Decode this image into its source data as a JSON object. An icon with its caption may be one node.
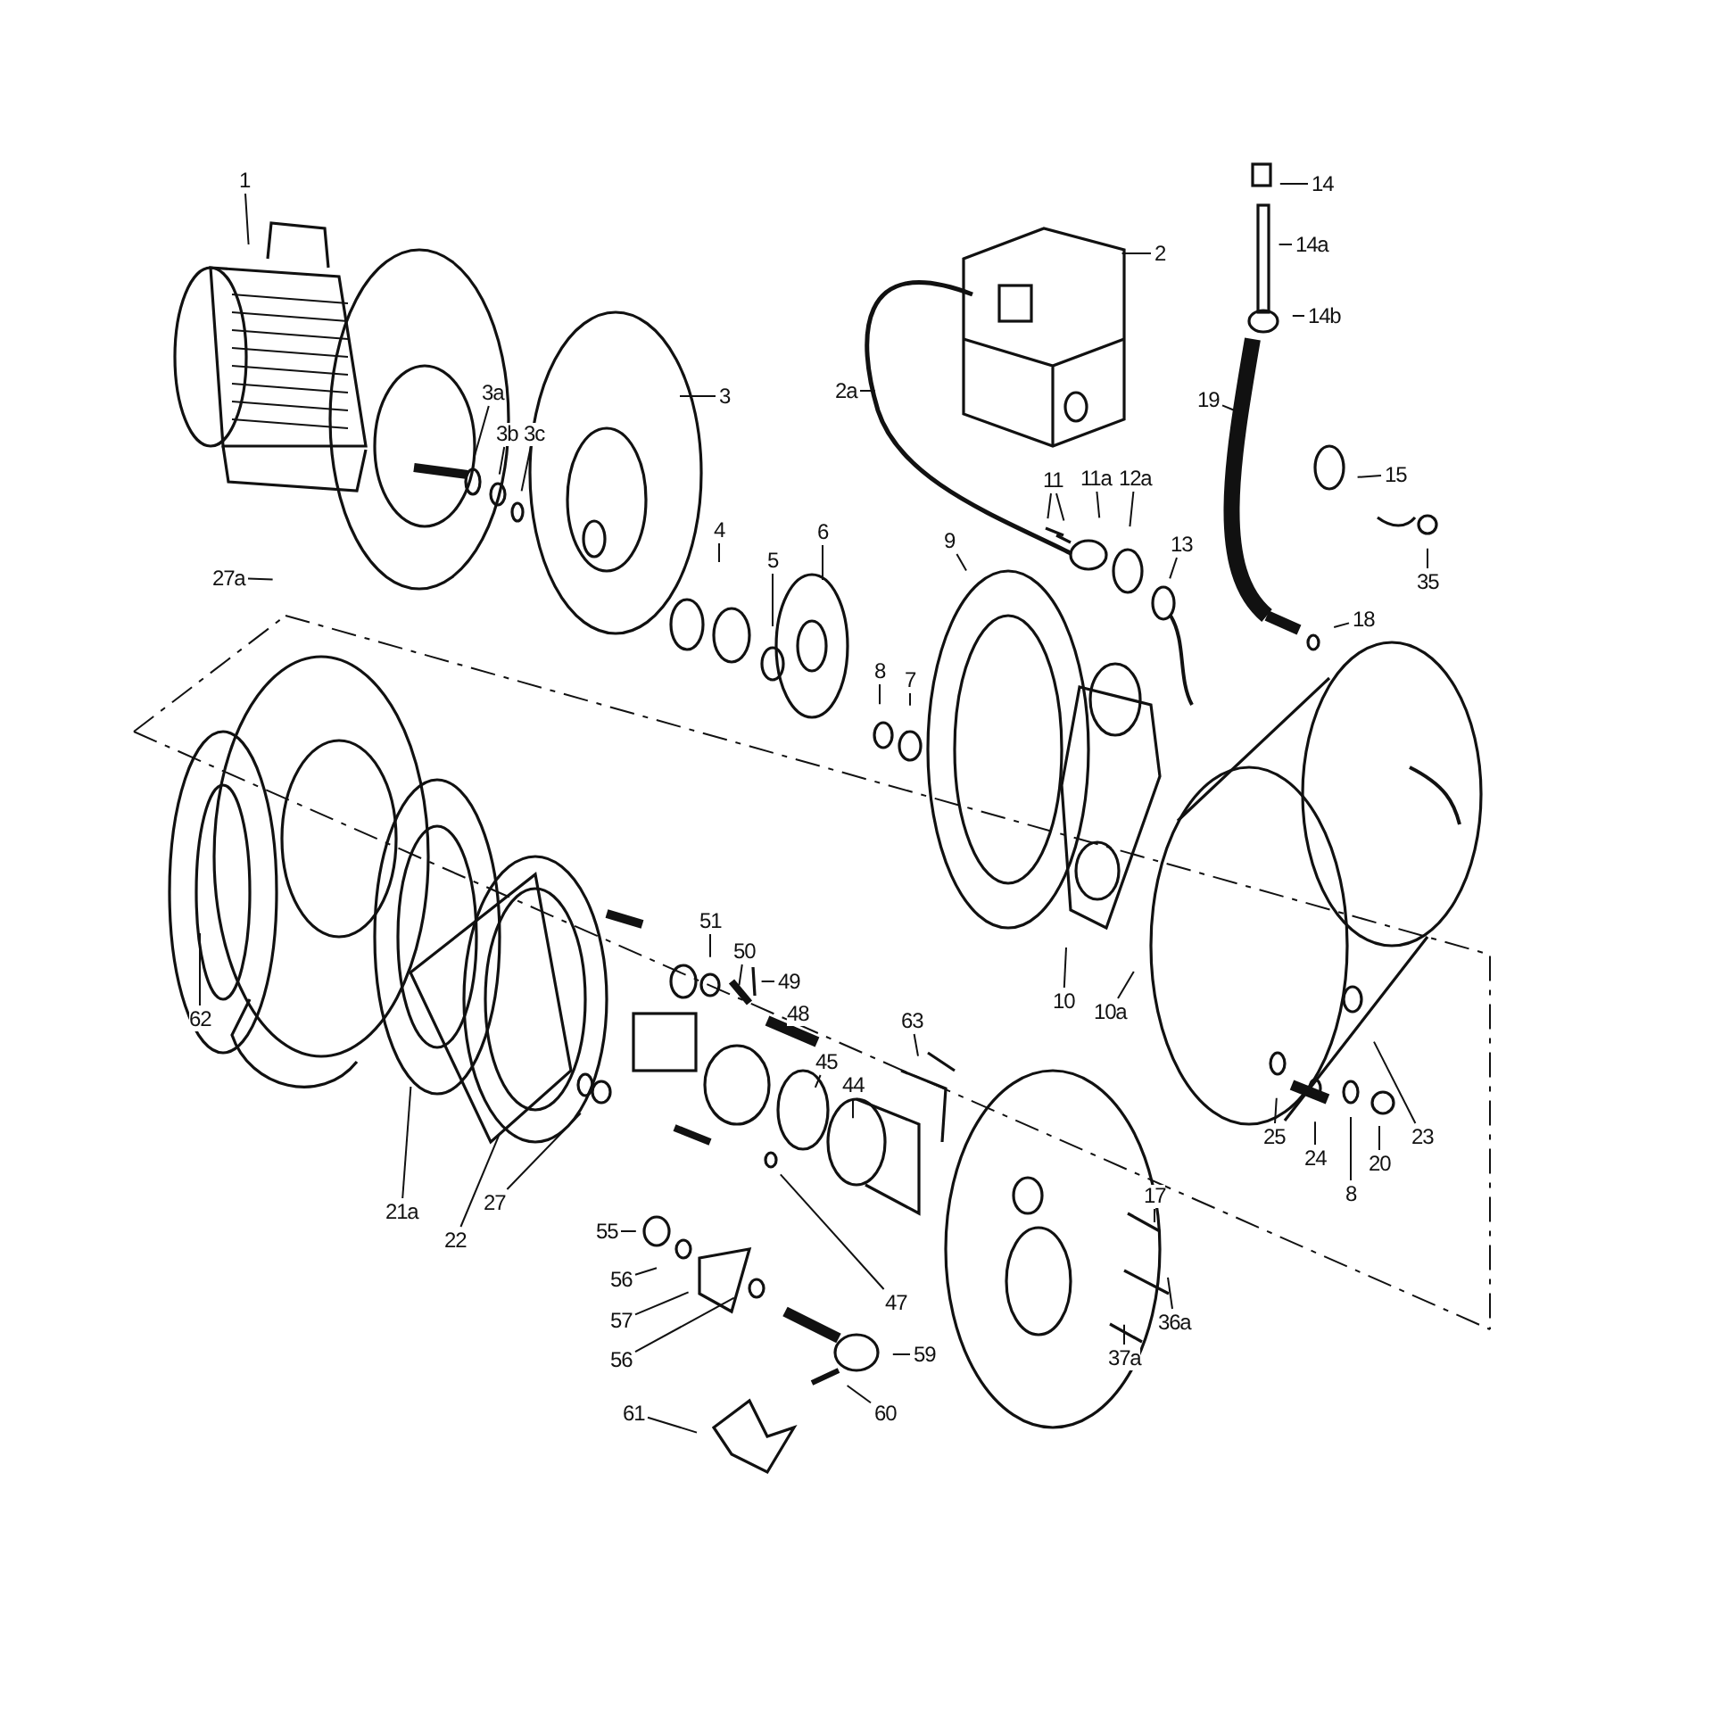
{
  "diagram": {
    "nodes": [
      {
        "text": [
          "14"
        ]
      },
      {
        "text": [
          "1"
        ]
      },
      {
        "text": [
          "14a"
        ]
      },
      {
        "text": [
          "2"
        ]
      },
      {
        "text": [
          "14b"
        ]
      },
      {
        "text": [
          "3a"
        ]
      },
      {
        "text": [
          "2a"
        ]
      },
      {
        "text": [
          "3"
        ]
      },
      {
        "text": [
          "19"
        ]
      },
      {
        "text": [
          "3b"
        ]
      },
      {
        "text": [
          "3c"
        ]
      },
      {
        "text": [
          "15"
        ]
      },
      {
        "text": [
          "11"
        ]
      },
      {
        "text": [
          "11a"
        ]
      },
      {
        "text": [
          "12a"
        ]
      },
      {
        "text": [
          "4"
        ]
      },
      {
        "text": [
          "6"
        ]
      },
      {
        "text": [
          "9"
        ]
      },
      {
        "text": [
          "13"
        ]
      },
      {
        "text": [
          "5"
        ]
      },
      {
        "text": [
          "35"
        ]
      },
      {
        "text": [
          "27a"
        ]
      },
      {
        "text": [
          "18"
        ]
      },
      {
        "text": [
          "8"
        ]
      },
      {
        "text": [
          "7"
        ]
      },
      {
        "text": [
          "51"
        ]
      },
      {
        "text": [
          "50"
        ]
      },
      {
        "text": [
          "49"
        ]
      },
      {
        "text": [
          "10"
        ]
      },
      {
        "text": [
          "10a"
        ]
      },
      {
        "text": [
          "48"
        ]
      },
      {
        "text": [
          "62"
        ]
      },
      {
        "text": [
          "63"
        ]
      },
      {
        "text": [
          "45"
        ]
      },
      {
        "text": [
          "44"
        ]
      },
      {
        "text": [
          "25"
        ]
      },
      {
        "text": [
          "23"
        ]
      },
      {
        "text": [
          "24"
        ]
      },
      {
        "text": [
          "20"
        ]
      },
      {
        "text": [
          "8"
        ]
      },
      {
        "text": [
          "17"
        ]
      },
      {
        "text": [
          "27"
        ]
      },
      {
        "text": [
          "21a"
        ]
      },
      {
        "text": [
          "55"
        ]
      },
      {
        "text": [
          "22"
        ]
      },
      {
        "text": [
          "56"
        ]
      },
      {
        "text": [
          "47"
        ]
      },
      {
        "text": [
          "57"
        ]
      },
      {
        "text": [
          "36a"
        ]
      },
      {
        "text": [
          "59"
        ]
      },
      {
        "text": [
          "37a"
        ]
      },
      {
        "text": [
          "56"
        ]
      },
      {
        "text": [
          "60"
        ]
      },
      {
        "text": [
          "61"
        ]
      }
    ],
    "edges": [
      {
        "from": 0,
        "to": null,
        "arrow": "none"
      },
      {
        "from": 1,
        "to": null,
        "arrow": "none"
      },
      {
        "from": 2,
        "to": null,
        "arrow": "none"
      },
      {
        "from": 3,
        "to": null,
        "arrow": "none"
      },
      {
        "from": 4,
        "to": null,
        "arrow": "none"
      },
      {
        "from": 5,
        "to": null,
        "arrow": "none"
      },
      {
        "from": 6,
        "to": null,
        "arrow": "none"
      },
      {
        "from": 7,
        "to": null,
        "arrow": "none"
      },
      {
        "from": 8,
        "to": null,
        "arrow": "none"
      },
      {
        "from": 9,
        "to": null,
        "arrow": "none"
      },
      {
        "from": 10,
        "to": null,
        "arrow": "none"
      },
      {
        "from": 11,
        "to": null,
        "arrow": "none"
      },
      {
        "from": 12,
        "to": null,
        "arrow": "none"
      },
      {
        "from": 12,
        "to": null,
        "arrow": "none"
      },
      {
        "from": 13,
        "to": null,
        "arrow": "none"
      },
      {
        "from": 14,
        "to": null,
        "arrow": "none"
      },
      {
        "from": 15,
        "to": null,
        "arrow": "none"
      },
      {
        "from": 16,
        "to": null,
        "arrow": "none"
      },
      {
        "from": 17,
        "to": null,
        "arrow": "none"
      },
      {
        "from": 18,
        "to": null,
        "arrow": "none"
      },
      {
        "from": 19,
        "to": null,
        "arrow": "none"
      },
      {
        "from": 20,
        "to": null,
        "arrow": "none"
      },
      {
        "from": 21,
        "to": null,
        "arrow": "none"
      },
      {
        "from": 22,
        "to": null,
        "arrow": "none"
      },
      {
        "from": 23,
        "to": null,
        "arrow": "none"
      },
      {
        "from": 24,
        "to": null,
        "arrow": "none"
      },
      {
        "from": 25,
        "to": null,
        "arrow": "none"
      },
      {
        "from": 26,
        "to": null,
        "arrow": "none"
      },
      {
        "from": 27,
        "to": null,
        "arrow": "none"
      },
      {
        "from": 28,
        "to": null,
        "arrow": "none"
      },
      {
        "from": 29,
        "to": null,
        "arrow": "none"
      },
      {
        "from": 30,
        "to": null,
        "arrow": "none"
      },
      {
        "from": 31,
        "to": null,
        "arrow": "none"
      },
      {
        "from": 32,
        "to": null,
        "arrow": "none"
      },
      {
        "from": 33,
        "to": null,
        "arrow": "none"
      },
      {
        "from": 34,
        "to": null,
        "arrow": "none"
      },
      {
        "from": 35,
        "to": null,
        "arrow": "none"
      },
      {
        "from": 36,
        "to": null,
        "arrow": "none"
      },
      {
        "from": 37,
        "to": null,
        "arrow": "none"
      },
      {
        "from": 38,
        "to": null,
        "arrow": "none"
      },
      {
        "from": 39,
        "to": null,
        "arrow": "none"
      },
      {
        "from": 40,
        "to": null,
        "arrow": "none"
      },
      {
        "from": 41,
        "to": null,
        "arrow": "none"
      },
      {
        "from": 42,
        "to": null,
        "arrow": "none"
      },
      {
        "from": 43,
        "to": null,
        "arrow": "none"
      },
      {
        "from": 44,
        "to": null,
        "arrow": "none"
      },
      {
        "from": 45,
        "to": null,
        "arrow": "none"
      },
      {
        "from": 46,
        "to": null,
        "arrow": "none"
      },
      {
        "from": 47,
        "to": null,
        "arrow": "none"
      },
      {
        "from": 48,
        "to": null,
        "arrow": "none"
      },
      {
        "from": 49,
        "to": null,
        "arrow": "none"
      },
      {
        "from": 50,
        "to": null,
        "arrow": "none"
      },
      {
        "from": 51,
        "to": null,
        "arrow": "none"
      },
      {
        "from": 52,
        "to": null,
        "arrow": "none"
      },
      {
        "from": 53,
        "to": null,
        "arrow": "none"
      }
    ]
  }
}
